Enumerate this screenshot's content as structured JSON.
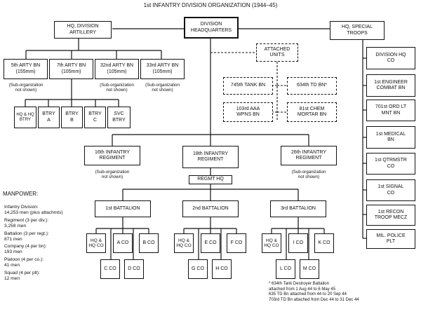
{
  "title": "1st INFANTRY DIVISION ORGANIZATION (1944–45)",
  "hq": {
    "label": "DIVISION\nHEADQUARTERS"
  },
  "artillery": {
    "label": "HQ, DIVISION\nARTILLERY",
    "battalions": [
      "5th ARTY BN\n(155mm)",
      "7th ARTY BN\n(105mm)",
      "32nd ARTY BN\n(105mm)",
      "33rd ARTY BN\n(105mm)"
    ],
    "sub_note": "(Sub-organization\nnot shown)",
    "batteries": [
      "HQ & HQ\nBTRY",
      "BTRY\nA",
      "BTRY\nB",
      "BTRY\nC",
      "SVC\nBTRY"
    ]
  },
  "attached": {
    "label": "ATTACHED\nUNITS",
    "units": [
      "745th TANK BN",
      "634th TD BN*",
      "103rd AAA\nWPNS BN",
      "81st CHEM\nMORTAR BN"
    ]
  },
  "special": {
    "label": "HQ, SPECIAL\nTROOPS",
    "units": [
      "DIVISION HQ\nCO",
      "1st ENGINEER\nCOMBAT BN",
      "701st ORD LT\nMNT BN",
      "1st MEDICAL\nBN",
      "1st QTRMSTR\nCO",
      "1st SIGNAL\nCO",
      "1st RECON\nTROOP MECZ",
      "MIL. POLICE\nPLT"
    ]
  },
  "regiments": {
    "units": [
      "16th INFANTRY\nREGIMENT",
      "18th INFANTRY\nREGIMENT",
      "26th INFANTRY\nREGIMENT"
    ],
    "sub_note": "(Sub-organization\nnot shown)",
    "regmt_hq": "REGMT HQ"
  },
  "battalions": [
    {
      "label": "1st BATTALION",
      "companies": [
        "HQ &\nHQ CO",
        "A CO",
        "B CO",
        "C CO",
        "D CO"
      ]
    },
    {
      "label": "2nd BATTALION",
      "companies": [
        "HQ &\nHQ CO",
        "E CO",
        "F CO",
        "G CO",
        "H CO"
      ]
    },
    {
      "label": "3rd BATTALION",
      "companies": [
        "HQ &\nHQ CO",
        "I CO",
        "K CO",
        "L CO",
        "M CO"
      ]
    }
  ],
  "manpower": {
    "title": "MANPOWER:",
    "items": [
      "Infantry Division:\n14,253 men (plus attachmts)",
      "Regiment (3 per div.):\n3,258 men",
      "Battalion (3 per regt.):\n871 men",
      "Company (4 per bn):\n193 men",
      "Platoon (4 per co.):\n41 men",
      "Squad (4 per plt):\n12 men"
    ]
  },
  "footnote": "* 634th Tank Destroyer Battalion\n  attached from 1 Aug 44 to 6 May 45\n  635 TD Bn attached from 44 to 20 Sep 44\n  703rd TD Bn attached from Dec 44 to 31 Dec 44"
}
